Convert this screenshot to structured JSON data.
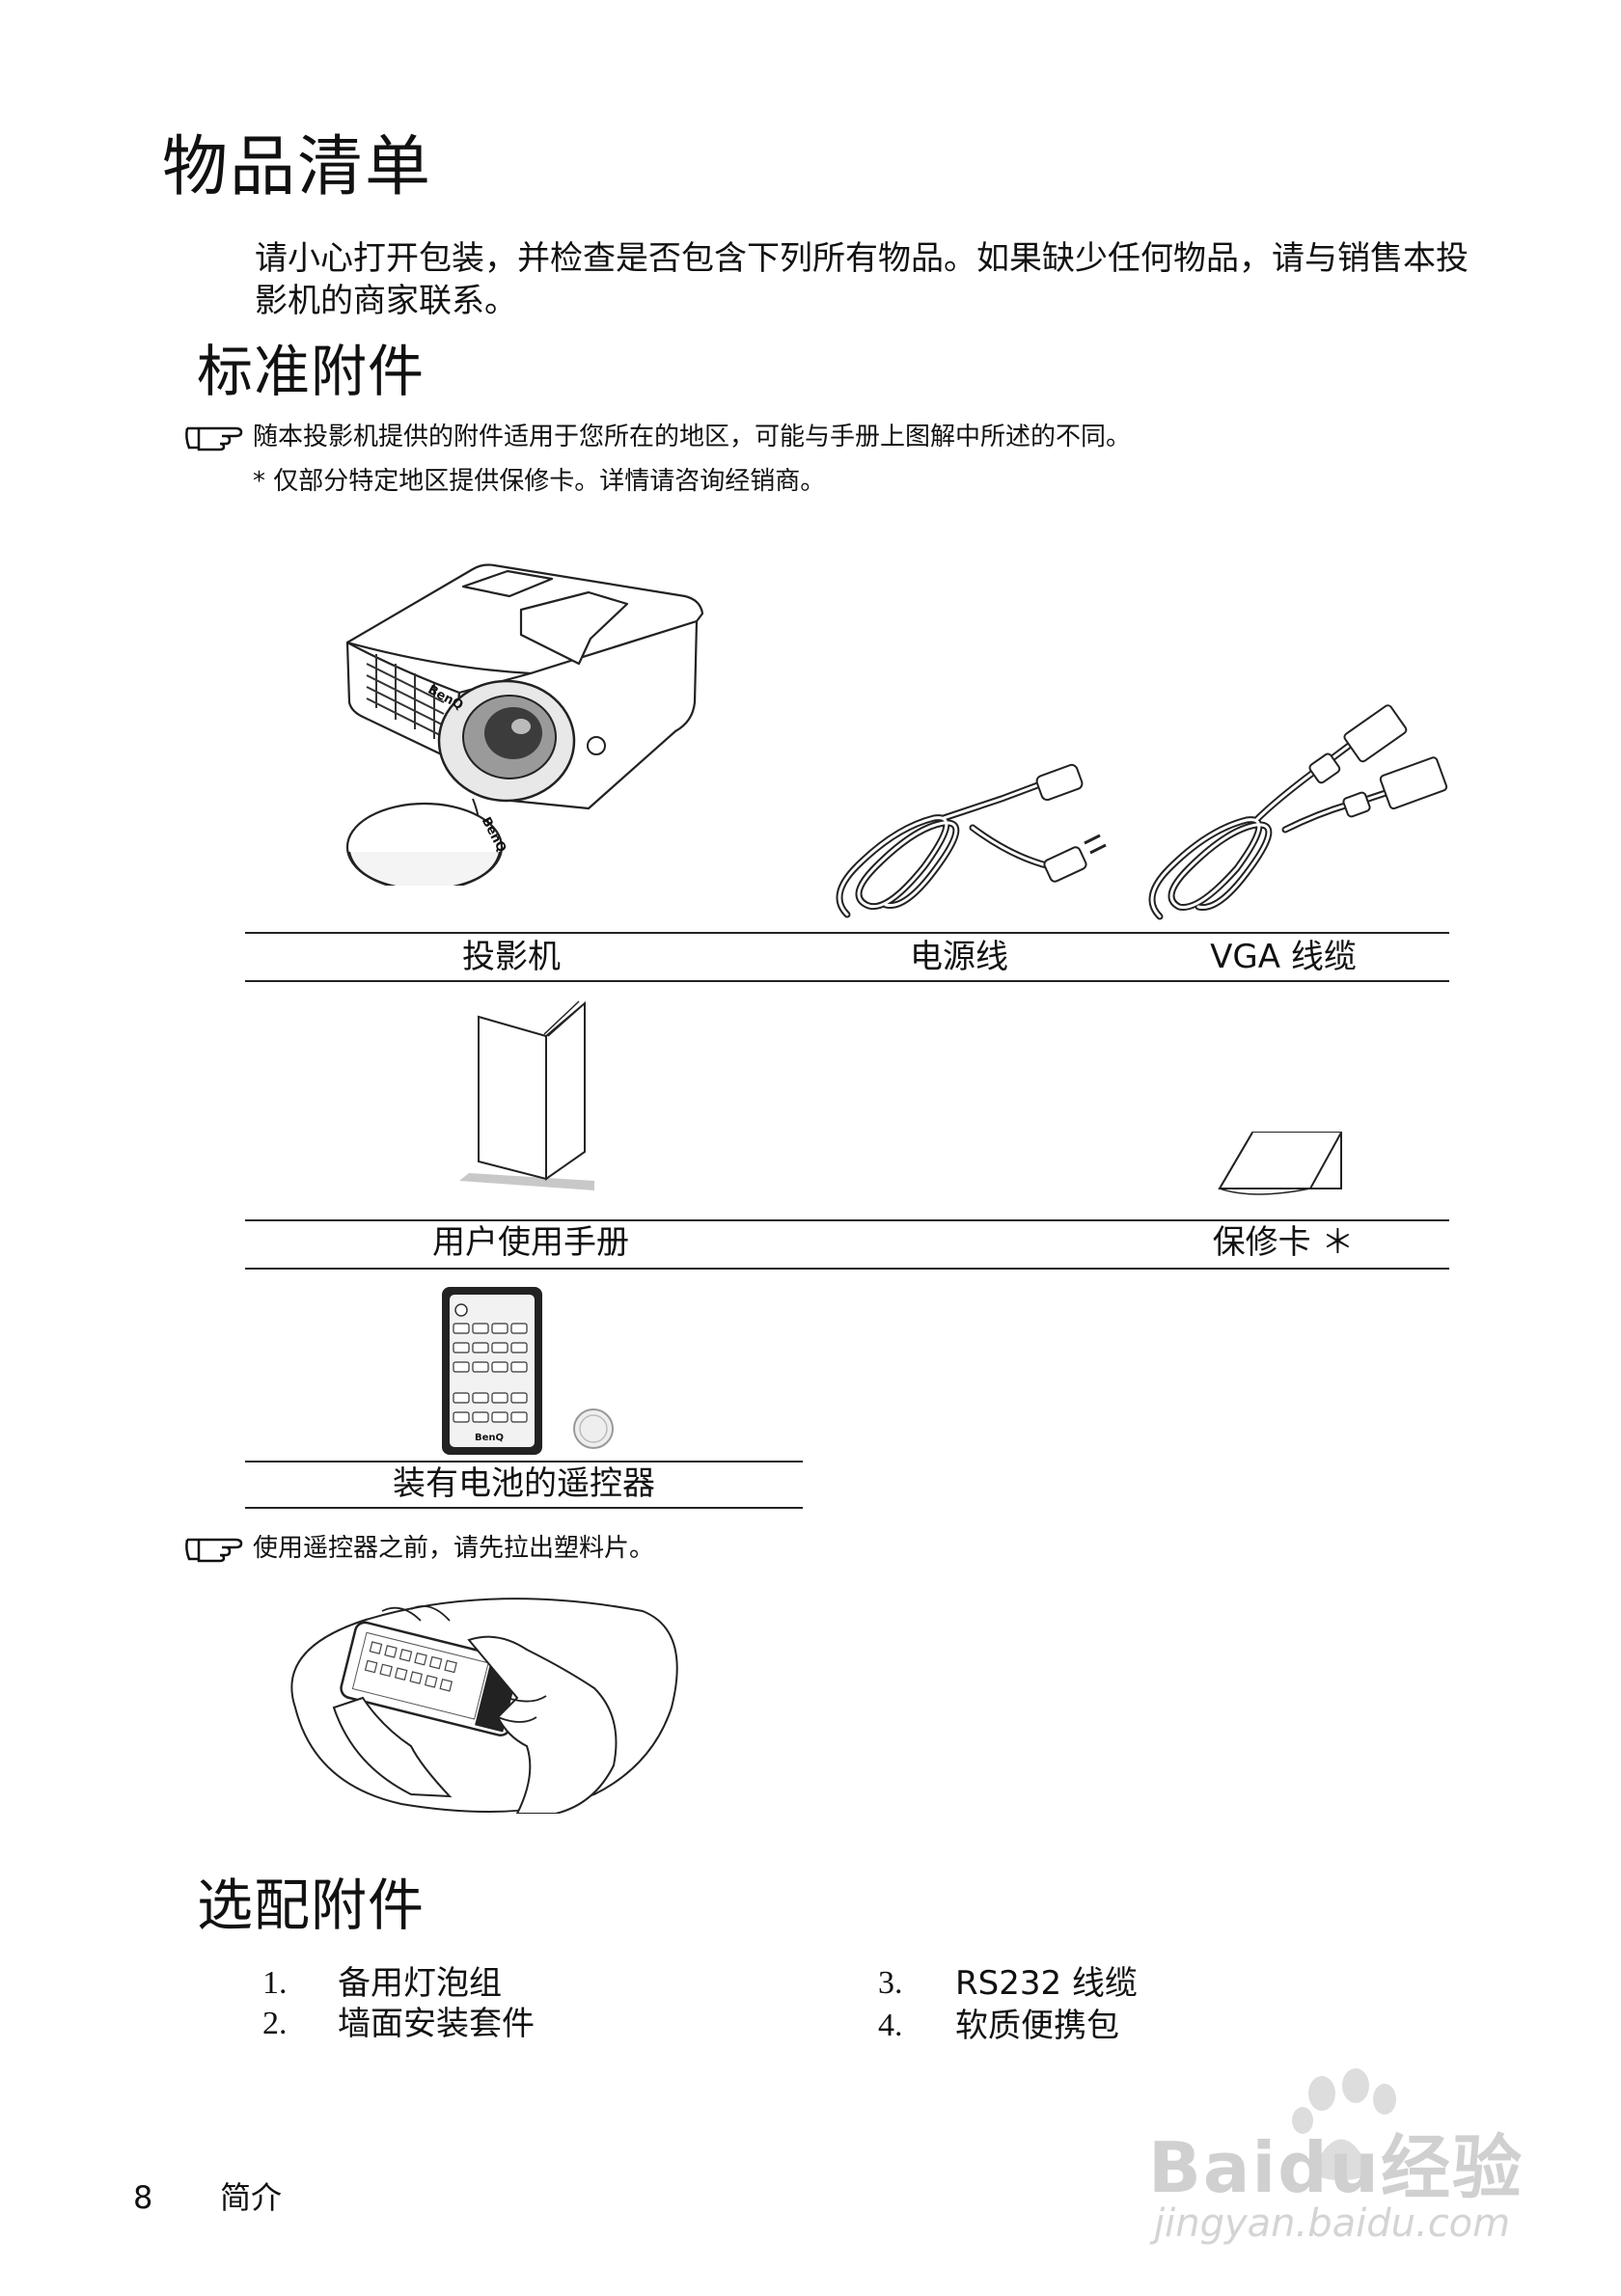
{
  "page": {
    "title": "物品清单",
    "intro": "请小心打开包装，并检查是否包含下列所有物品。如果缺少任何物品，请与销售本投影机的商家联系。"
  },
  "standard": {
    "heading": "标准附件",
    "note": "随本投影机提供的附件适用于您所在的地区，可能与手册上图解中所述的不同。",
    "sub_note": "* 仅部分特定地区提供保修卡。详情请咨询经销商。",
    "items": {
      "projector": "投影机",
      "power_cord": "电源线",
      "vga_cable": "VGA 线缆",
      "manual": "用户使用手册",
      "warranty": "保修卡 ＊",
      "remote": "装有电池的遥控器"
    },
    "brand_mark": "BenQ",
    "remote_note": "使用遥控器之前，请先拉出塑料片。"
  },
  "optional": {
    "heading": "选配附件",
    "items": [
      {
        "num": "1.",
        "label": "备用灯泡组"
      },
      {
        "num": "2.",
        "label": "墙面安装套件"
      },
      {
        "num": "3.",
        "label": "RS232 线缆"
      },
      {
        "num": "4.",
        "label": "软质便携包"
      }
    ]
  },
  "footer": {
    "page_number": "8",
    "section": "简介"
  },
  "watermark": {
    "logo": "Baidu经验",
    "url": "jingyan.baidu.com"
  }
}
